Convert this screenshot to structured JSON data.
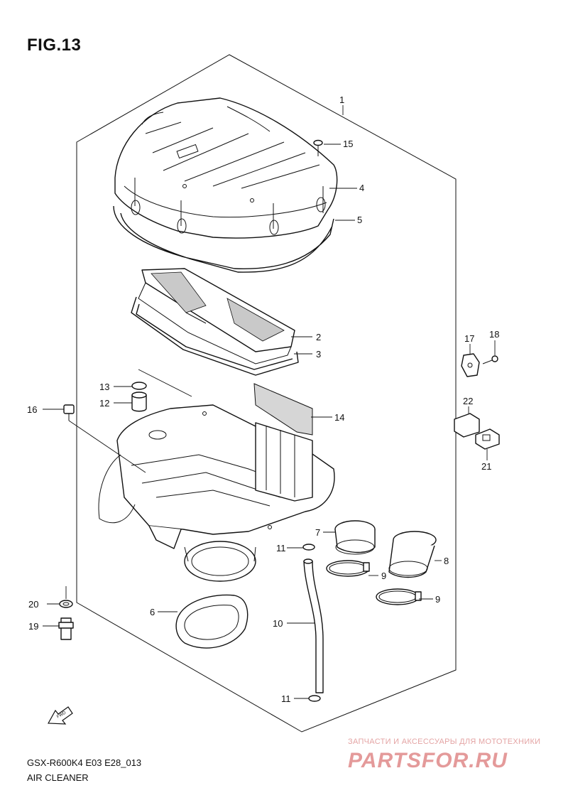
{
  "figure": {
    "title": "FIG.13",
    "model_code": "GSX-R600K4 E03 E28_013",
    "section_name": "AIR CLEANER"
  },
  "watermark": {
    "caption": "ЗАПЧАСТИ И АКСЕССУАРЫ ДЛЯ МОТОТЕХНИКИ",
    "logo_text": "PARTSFOR.RU",
    "color": "#e49a9a"
  },
  "direction_tag": "FWD",
  "callouts": [
    {
      "id": "c1",
      "label": "1"
    },
    {
      "id": "c15",
      "label": "15"
    },
    {
      "id": "c4",
      "label": "4"
    },
    {
      "id": "c5",
      "label": "5"
    },
    {
      "id": "c2",
      "label": "2"
    },
    {
      "id": "c3",
      "label": "3"
    },
    {
      "id": "c17",
      "label": "17"
    },
    {
      "id": "c18",
      "label": "18"
    },
    {
      "id": "c13",
      "label": "13"
    },
    {
      "id": "c12",
      "label": "12"
    },
    {
      "id": "c16",
      "label": "16"
    },
    {
      "id": "c14",
      "label": "14"
    },
    {
      "id": "c22",
      "label": "22"
    },
    {
      "id": "c21",
      "label": "21"
    },
    {
      "id": "c7",
      "label": "7"
    },
    {
      "id": "c8",
      "label": "8"
    },
    {
      "id": "c11a",
      "label": "11"
    },
    {
      "id": "c9a",
      "label": "9"
    },
    {
      "id": "c9b",
      "label": "9"
    },
    {
      "id": "c20",
      "label": "20"
    },
    {
      "id": "c19",
      "label": "19"
    },
    {
      "id": "c6",
      "label": "6"
    },
    {
      "id": "c10",
      "label": "10"
    },
    {
      "id": "c11b",
      "label": "11"
    }
  ]
}
